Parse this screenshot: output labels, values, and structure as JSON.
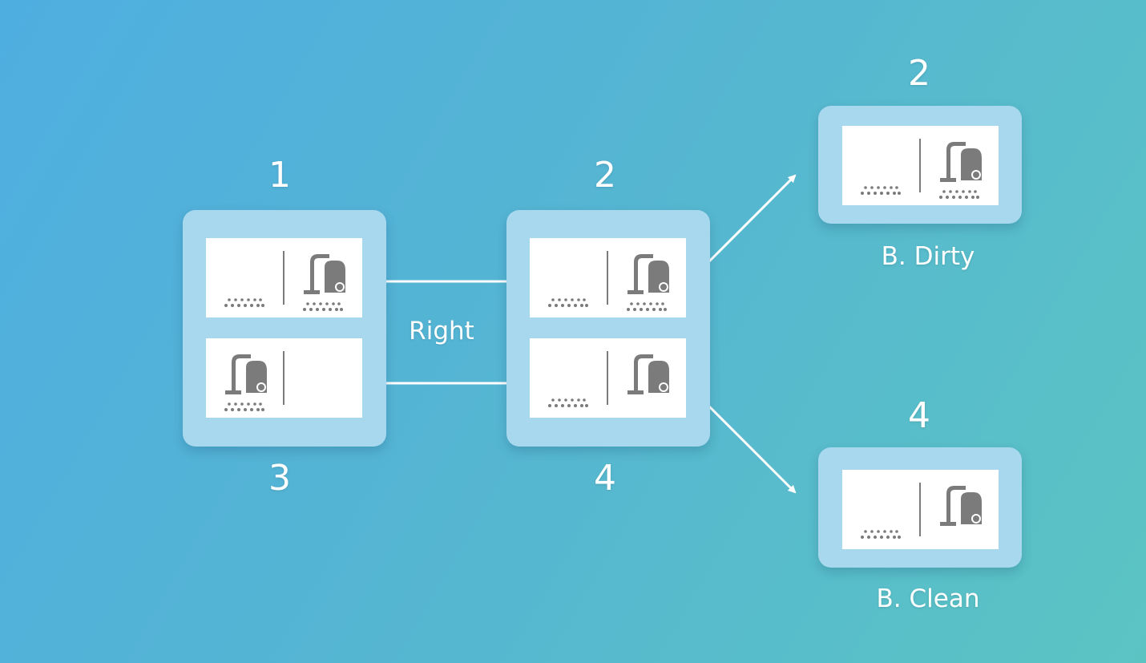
{
  "diagram": {
    "start_state": {
      "top_label": "1",
      "bottom_label": "3",
      "cells": [
        {
          "left": {
            "dirt": true,
            "vacuum": false
          },
          "right": {
            "dirt": true,
            "vacuum": true
          }
        },
        {
          "left": {
            "dirt": true,
            "vacuum": true
          },
          "right": {
            "dirt": false,
            "vacuum": false
          }
        }
      ]
    },
    "action_label": "Right",
    "middle_state": {
      "top_label": "2",
      "bottom_label": "4",
      "cells": [
        {
          "left": {
            "dirt": true,
            "vacuum": false
          },
          "right": {
            "dirt": true,
            "vacuum": true
          }
        },
        {
          "left": {
            "dirt": true,
            "vacuum": false
          },
          "right": {
            "dirt": false,
            "vacuum": true
          }
        }
      ]
    },
    "outcome_dirty": {
      "top_label": "2",
      "caption": "B. Dirty",
      "cell": {
        "left": {
          "dirt": true,
          "vacuum": false
        },
        "right": {
          "dirt": true,
          "vacuum": true
        }
      }
    },
    "outcome_clean": {
      "top_label": "4",
      "caption": "B. Clean",
      "cell": {
        "left": {
          "dirt": true,
          "vacuum": false
        },
        "right": {
          "dirt": false,
          "vacuum": true
        }
      }
    },
    "colors": {
      "icon": "#7b7b7b",
      "panel": "#a8d8ee",
      "cell": "#ffffff",
      "arrow": "#ffffff"
    }
  }
}
